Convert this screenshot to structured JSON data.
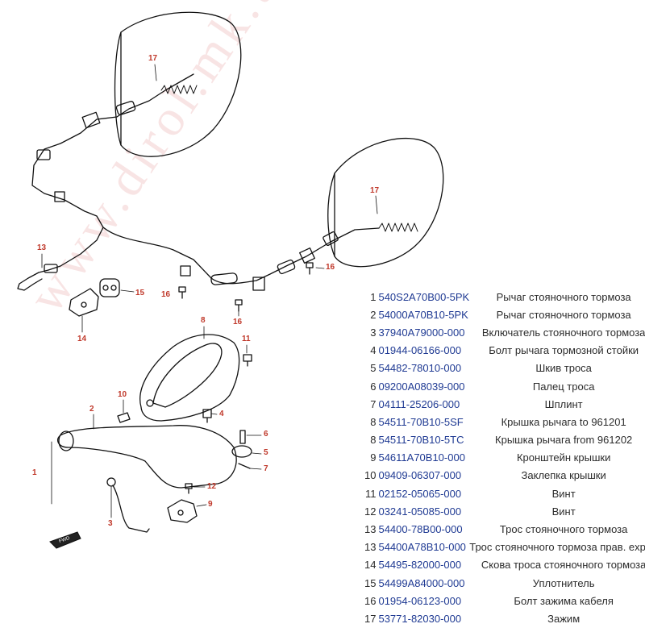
{
  "watermark": "www.dirol.mk.ua",
  "front_mark": "FWD",
  "callouts": [
    {
      "id": "c17a",
      "label": "17"
    },
    {
      "id": "c17b",
      "label": "17"
    },
    {
      "id": "c13",
      "label": "13"
    },
    {
      "id": "c15",
      "label": "15"
    },
    {
      "id": "c14",
      "label": "14"
    },
    {
      "id": "c16a",
      "label": "16"
    },
    {
      "id": "c16b",
      "label": "16"
    },
    {
      "id": "c16c",
      "label": "16"
    },
    {
      "id": "c8",
      "label": "8"
    },
    {
      "id": "c11",
      "label": "11"
    },
    {
      "id": "c10",
      "label": "10"
    },
    {
      "id": "c2",
      "label": "2"
    },
    {
      "id": "c4",
      "label": "4"
    },
    {
      "id": "c6",
      "label": "6"
    },
    {
      "id": "c5",
      "label": "5"
    },
    {
      "id": "c7",
      "label": "7"
    },
    {
      "id": "c1",
      "label": "1"
    },
    {
      "id": "c12",
      "label": "12"
    },
    {
      "id": "c9",
      "label": "9"
    },
    {
      "id": "c3",
      "label": "3"
    }
  ],
  "parts": [
    {
      "num": "1",
      "code": "540S2A70B00-5PK",
      "desc": "Рычаг стояночного тормоза"
    },
    {
      "num": "2",
      "code": "54000A70B10-5PK",
      "desc": "Рычаг стояночного тормоза"
    },
    {
      "num": "3",
      "code": "37940A79000-000",
      "desc": "Включатель стояночного тормоза"
    },
    {
      "num": "4",
      "code": "01944-06166-000",
      "desc": "Болт рычага тормозной стойки"
    },
    {
      "num": "5",
      "code": "54482-78010-000",
      "desc": "Шкив троса"
    },
    {
      "num": "6",
      "code": "09200A08039-000",
      "desc": "Палец троса"
    },
    {
      "num": "7",
      "code": "04111-25206-000",
      "desc": "Шплинт"
    },
    {
      "num": "8",
      "code": "54511-70B10-5SF",
      "desc": "Крышка рычага     to 961201"
    },
    {
      "num": "8",
      "code": "54511-70B10-5TC",
      "desc": "Крышка рычага     from 961202"
    },
    {
      "num": "9",
      "code": "54611A70B10-000",
      "desc": "Кронштейн крышки"
    },
    {
      "num": "10",
      "code": "09409-06307-000",
      "desc": "Заклепка крышки"
    },
    {
      "num": "11",
      "code": "02152-05065-000",
      "desc": "Винт"
    },
    {
      "num": "12",
      "code": "03241-05085-000",
      "desc": "Винт"
    },
    {
      "num": "13",
      "code": "54400-78B00-000",
      "desc": "Трос стояночного тормоза"
    },
    {
      "num": "13",
      "code": "54400A78B10-000",
      "desc": "Трос стояночного тормоза прав.   export"
    },
    {
      "num": "14",
      "code": "54495-82000-000",
      "desc": "Скова троса стояночного тормоза"
    },
    {
      "num": "15",
      "code": "54499A84000-000",
      "desc": "Уплотнитель"
    },
    {
      "num": "16",
      "code": "01954-06123-000",
      "desc": "Болт зажима кабеля"
    },
    {
      "num": "17",
      "code": "53771-82030-000",
      "desc": "Зажим"
    }
  ]
}
